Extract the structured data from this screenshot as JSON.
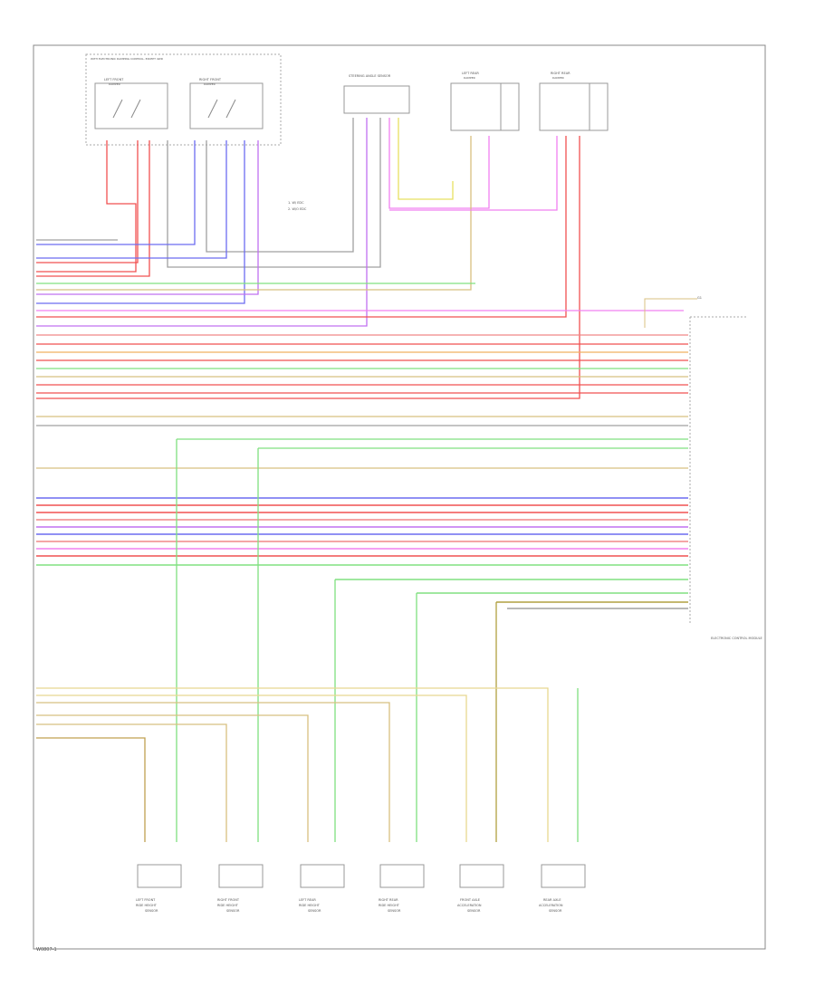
{
  "footer": {
    "code": "W0807-1"
  },
  "labels": {
    "note_top": "WITH ELECTRONIC DAMPING CONTROL, EXCEPT 4WD",
    "module_top_right": "ELECTRONIC CONTROL MODULE",
    "damper_note_1": "1. W/ EDC",
    "damper_note_2": "2. W/O EDC",
    "ground_note": "G1",
    "center_module": "ELECTRONIC CONTROL MODULE"
  },
  "top_components": [
    {
      "name": "LEFT FRONT",
      "sub": "DAMPER"
    },
    {
      "name": "RIGHT FRONT",
      "sub": "DAMPER"
    },
    {
      "name": "STEERING ANGLE SENSOR",
      "sub": ""
    },
    {
      "name": "LEFT REAR",
      "sub": "DAMPER"
    },
    {
      "name": "RIGHT REAR",
      "sub": "DAMPER"
    }
  ],
  "bottom_sensors": [
    {
      "name": "LEFT FRONT",
      "l2": "RIDE HEIGHT",
      "l3": "SENSOR"
    },
    {
      "name": "RIGHT FRONT",
      "l2": "RIDE HEIGHT",
      "l3": "SENSOR"
    },
    {
      "name": "LEFT REAR",
      "l2": "RIDE HEIGHT",
      "l3": "SENSOR"
    },
    {
      "name": "RIGHT REAR",
      "l2": "RIDE HEIGHT",
      "l3": "SENSOR"
    },
    {
      "name": "FRONT AXLE",
      "l2": "ACCELERATION",
      "l3": "SENSOR"
    },
    {
      "name": "REAR AXLE",
      "l2": "ACCELERATION",
      "l3": "SENSOR"
    }
  ],
  "colors": {
    "red": "#f05050",
    "pink": "#f08888",
    "blue": "#6c6cf0",
    "violet": "#c070f0",
    "green": "#80e080",
    "gray": "#a0a0a0",
    "orange": "#f0b060",
    "tan": "#d8c080",
    "yellow": "#e8e060",
    "olive": "#b0a040",
    "magenta": "#f080f0"
  }
}
